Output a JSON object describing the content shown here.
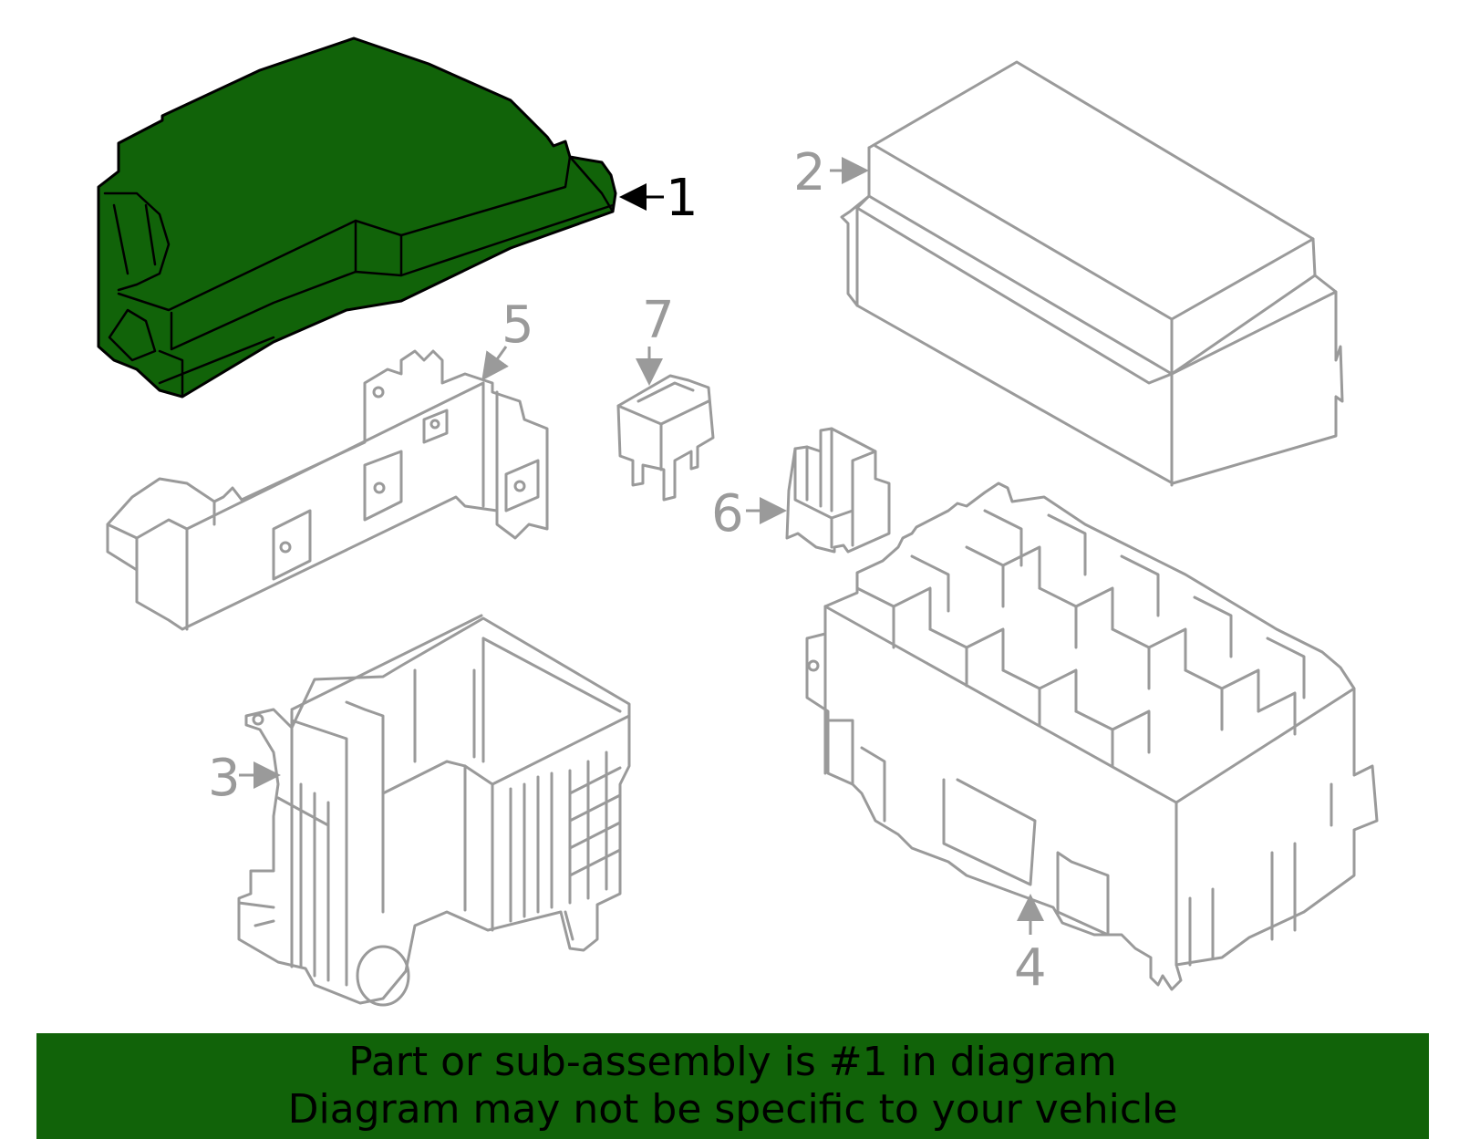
{
  "colors": {
    "highlight": "#116309",
    "outline": "#9a9a9a",
    "banner": "#116309",
    "text": "#000000"
  },
  "callouts": [
    {
      "number": "1",
      "highlighted": true
    },
    {
      "number": "2",
      "highlighted": false
    },
    {
      "number": "3",
      "highlighted": false
    },
    {
      "number": "4",
      "highlighted": false
    },
    {
      "number": "5",
      "highlighted": false
    },
    {
      "number": "6",
      "highlighted": false
    },
    {
      "number": "7",
      "highlighted": false
    }
  ],
  "banner": {
    "line1": "Part or sub-assembly is #1 in diagram",
    "line2": "Diagram may not be specific to your vehicle"
  }
}
